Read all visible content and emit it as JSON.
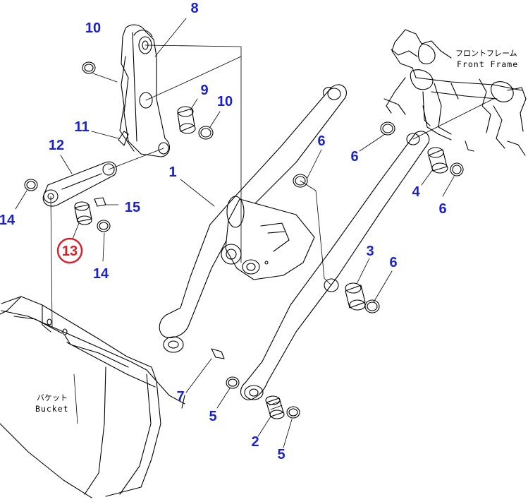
{
  "theme": {
    "callout_color": "#1a22c8",
    "highlight_color": "#d81f26",
    "line_color": "#000000"
  },
  "labels": {
    "front_frame_jp": "フロントフレーム",
    "front_frame_en": "Front Frame",
    "bucket_jp": "バケット",
    "bucket_en": "Bucket"
  },
  "callouts": [
    {
      "id": "c8",
      "text": "8"
    },
    {
      "id": "c10a",
      "text": "10"
    },
    {
      "id": "c9",
      "text": "9"
    },
    {
      "id": "c10b",
      "text": "10"
    },
    {
      "id": "c11",
      "text": "11"
    },
    {
      "id": "c12",
      "text": "12"
    },
    {
      "id": "c1",
      "text": "1"
    },
    {
      "id": "c15",
      "text": "15"
    },
    {
      "id": "c14a",
      "text": "14"
    },
    {
      "id": "c13",
      "text": "13",
      "highlighted": true
    },
    {
      "id": "c14b",
      "text": "14"
    },
    {
      "id": "c6a",
      "text": "6"
    },
    {
      "id": "c6b",
      "text": "6"
    },
    {
      "id": "c4",
      "text": "4"
    },
    {
      "id": "c6c",
      "text": "6"
    },
    {
      "id": "c3",
      "text": "3"
    },
    {
      "id": "c6d",
      "text": "6"
    },
    {
      "id": "c7",
      "text": "7"
    },
    {
      "id": "c5a",
      "text": "5"
    },
    {
      "id": "c2",
      "text": "2"
    },
    {
      "id": "c5b",
      "text": "5"
    }
  ]
}
